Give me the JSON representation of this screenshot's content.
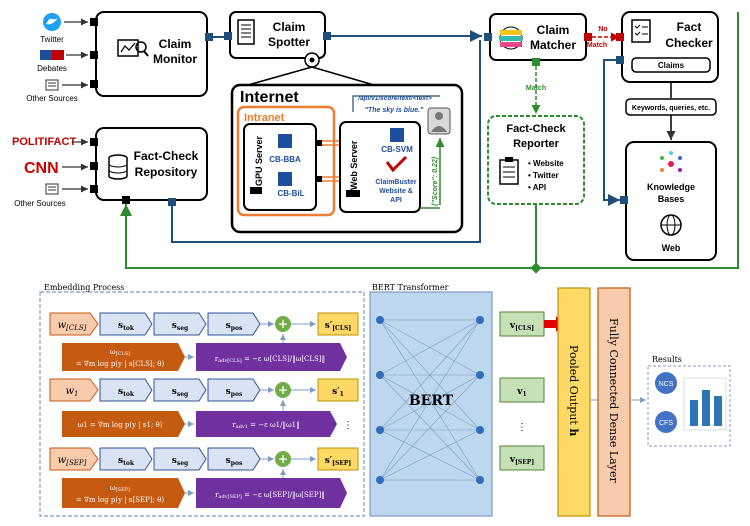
{
  "top": {
    "sources_social": [
      "Twitter",
      "Debates",
      "Other Sources"
    ],
    "sources_factcheck": [
      "POLITIFACT",
      "CNN",
      "Other Sources"
    ],
    "claim_monitor": [
      "Claim",
      "Monitor"
    ],
    "factcheck_repo": [
      "Fact-Check",
      "Repository"
    ],
    "claim_spotter": [
      "Claim",
      "Spotter"
    ],
    "internet": "Internet",
    "intranet": "Intranet",
    "gpu_server": "GPU Server",
    "cb_bba": "CB-BBA",
    "cb_bil": "CB-BiL",
    "web_server": "Web Server",
    "cb_svm": "CB-SVM",
    "cb_site": [
      "ClaimBuster",
      "Website &",
      "API"
    ],
    "api_path": "/api/v1/score/text/<text>",
    "sky": "\"The sky is blue.\"",
    "score": "{\"Score\": 0.22}",
    "claim_matcher": [
      "Claim",
      "Matcher"
    ],
    "no_match": [
      "No",
      "Match"
    ],
    "match": "Match",
    "fact_checker": [
      "Fact",
      "Checker"
    ],
    "claims": "Claims",
    "keywords": "Keywords, queries, etc.",
    "fc_reporter": [
      "Fact-Check",
      "Reporter"
    ],
    "reporter_items": [
      "Website",
      "Twitter",
      "API"
    ],
    "kb": [
      "Knowledge",
      "Bases"
    ],
    "web": "Web"
  },
  "bottom": {
    "embedding_title": "Embedding Process",
    "bert_title": "BERT Transformer",
    "bert": "BERT",
    "pooled": "Pooled Output",
    "pooled_h": "h",
    "dense": "Fully Connected Dense Layer",
    "results_title": "Results",
    "results": [
      "NCS",
      "CFS"
    ],
    "ellipsis": "⋮"
  },
  "colors": {
    "navy": "#1f4e79",
    "green": "#2e8b2e",
    "red": "#c00000",
    "orange": "#e46c0a",
    "blue_token": "#dae3f3",
    "orange_grad": "#c55a11",
    "purple": "#7030a0",
    "yellow": "#ffd966",
    "salmon": "#f8cbad",
    "green_v": "#c5e0b4",
    "bert_blue": "#bdd7ee"
  }
}
